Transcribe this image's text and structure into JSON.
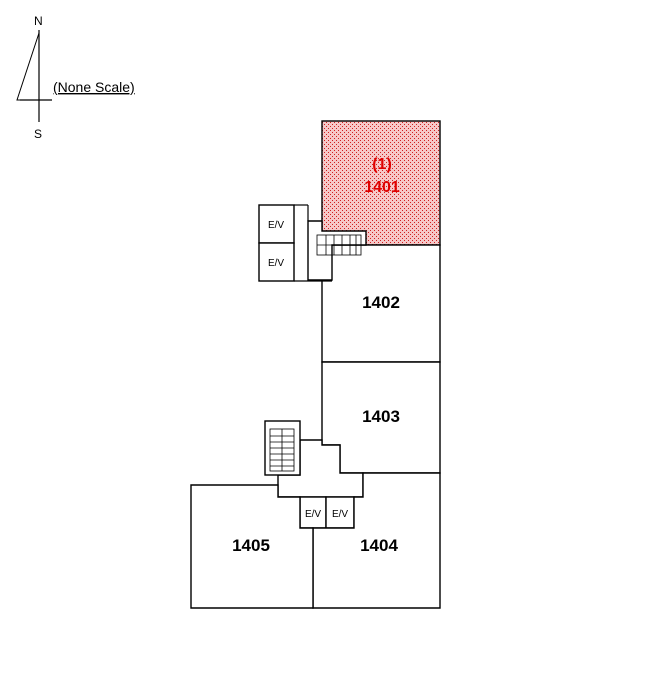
{
  "compass": {
    "north": "N",
    "south": "S"
  },
  "scale_note": "(None Scale)",
  "highlight": {
    "marker": "(1)",
    "unit": "1401",
    "color": "#e00000"
  },
  "units": {
    "u1402": "1402",
    "u1403": "1403",
    "u1404": "1404",
    "u1405": "1405"
  },
  "elevators": {
    "ev1": "E/V",
    "ev2": "E/V",
    "ev3": "E/V",
    "ev4": "E/V"
  }
}
